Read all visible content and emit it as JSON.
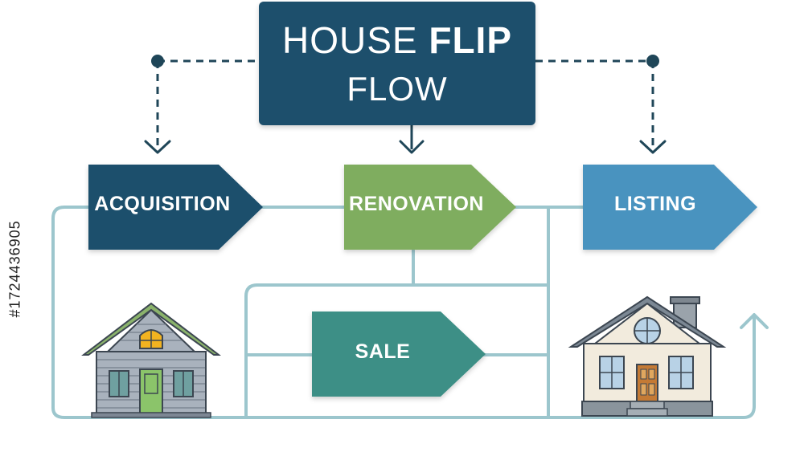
{
  "title": {
    "line1_regular": "HOUSE ",
    "line1_bold": "FLIP",
    "line2": "FLOW"
  },
  "stages": {
    "acquisition": "ACQUISITION",
    "renovation": "RENOVATION",
    "listing": "LISTING",
    "sale": "SALE"
  },
  "watermark": "#1724436905",
  "colors": {
    "title_bg": "#1d4f6c",
    "acquisition": "#1d4f6c",
    "renovation": "#7fad5e",
    "listing": "#4a93bf",
    "sale": "#3e8f86",
    "connector": "#9cc6cd",
    "arrow": "#1f4658"
  },
  "icons": [
    "old-house-icon",
    "new-house-icon"
  ]
}
